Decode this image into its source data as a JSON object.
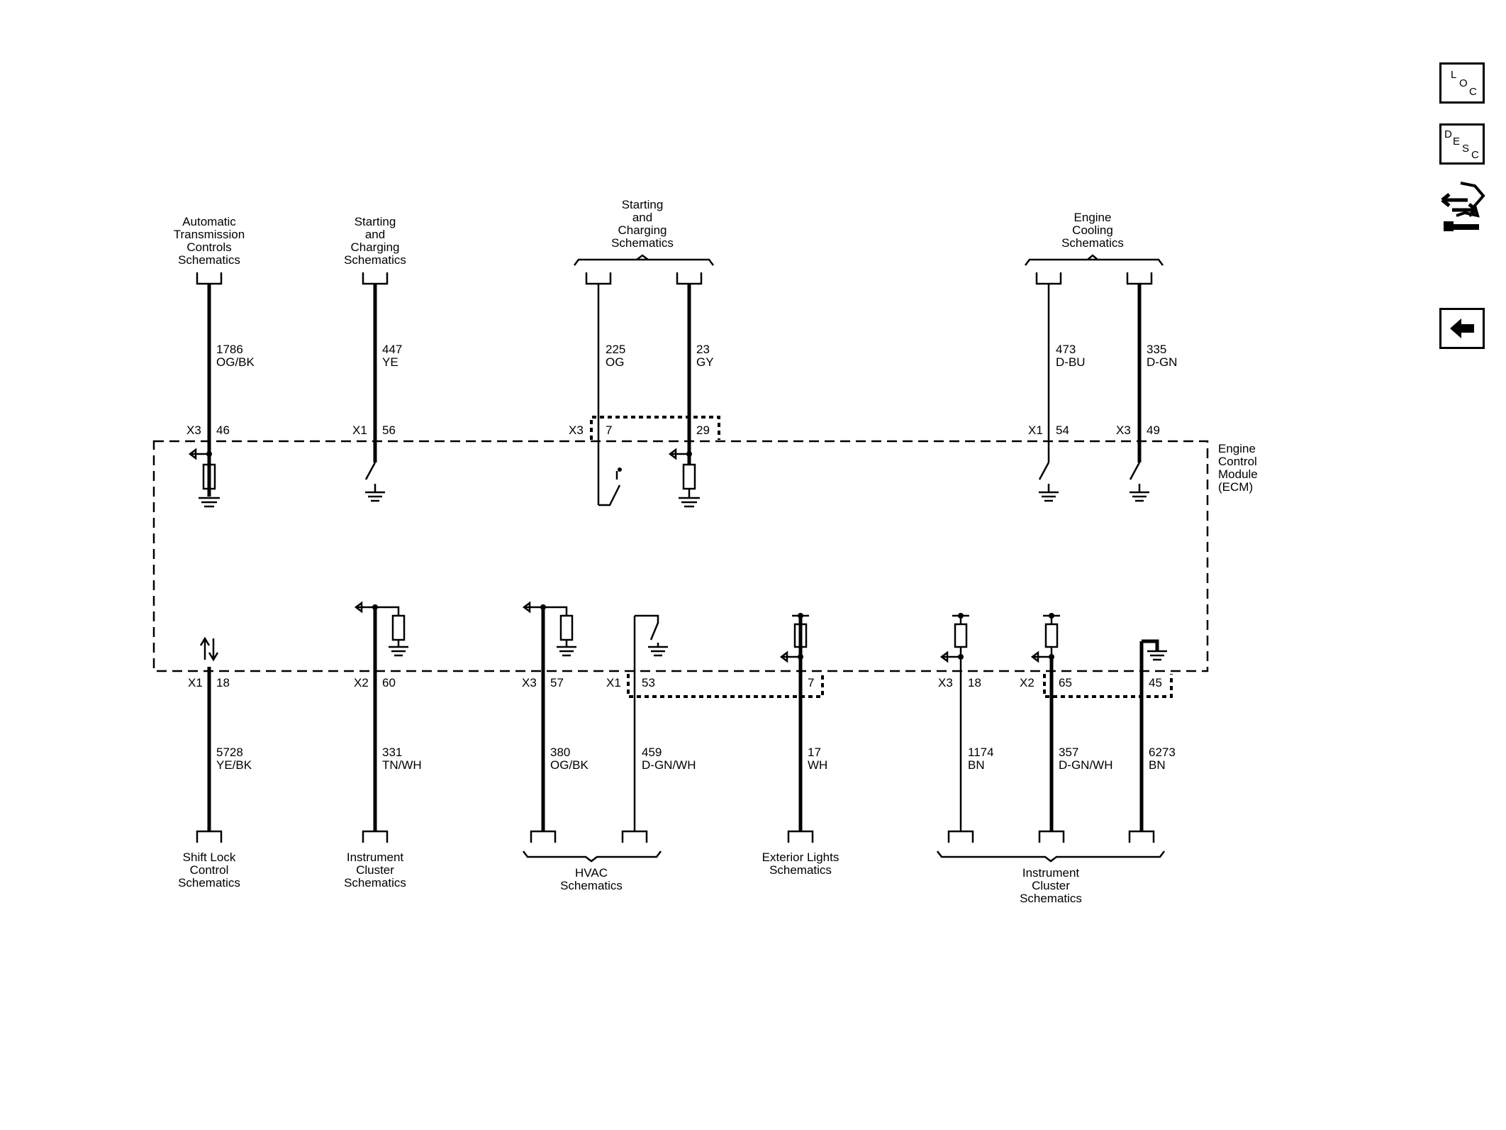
{
  "nav": {
    "loc": [
      "L",
      "O",
      "C"
    ],
    "desc": [
      "D",
      "E",
      "S",
      "C"
    ]
  },
  "module": {
    "lines": [
      "Engine",
      "Control",
      "Module",
      "(ECM)"
    ]
  },
  "top": {
    "atc": [
      "Automatic",
      "Transmission",
      "Controls",
      "Schematics"
    ],
    "sc1": [
      "Starting",
      "and",
      "Charging",
      "Schematics"
    ],
    "sc2": [
      "Starting",
      "and",
      "Charging",
      "Schematics"
    ],
    "ec": [
      "Engine",
      "Cooling",
      "Schematics"
    ]
  },
  "bottom": {
    "sl": [
      "Shift Lock",
      "Control",
      "Schematics"
    ],
    "ic1": [
      "Instrument",
      "Cluster",
      "Schematics"
    ],
    "hvac": [
      "HVAC",
      "Schematics"
    ],
    "el": [
      "Exterior Lights",
      "Schematics"
    ],
    "ic2": [
      "Instrument",
      "Cluster",
      "Schematics"
    ]
  },
  "wires": {
    "w1786": {
      "circuit": "1786",
      "color": "OG/BK",
      "connector": "X3",
      "pin": "46"
    },
    "w447": {
      "circuit": "447",
      "color": "YE",
      "connector": "X1",
      "pin": "56"
    },
    "w225": {
      "circuit": "225",
      "color": "OG",
      "connector": "X3",
      "pin": "7"
    },
    "w23": {
      "circuit": "23",
      "color": "GY",
      "connector": "",
      "pin": "29"
    },
    "w473": {
      "circuit": "473",
      "color": "D-BU",
      "connector": "X1",
      "pin": "54"
    },
    "w335": {
      "circuit": "335",
      "color": "D-GN",
      "connector": "X3",
      "pin": "49"
    },
    "w5728": {
      "circuit": "5728",
      "color": "YE/BK",
      "connector": "X1",
      "pin": "18"
    },
    "w331": {
      "circuit": "331",
      "color": "TN/WH",
      "connector": "X2",
      "pin": "60"
    },
    "w380": {
      "circuit": "380",
      "color": "OG/BK",
      "connector": "X3",
      "pin": "57"
    },
    "w459": {
      "circuit": "459",
      "color": "D-GN/WH",
      "connector": "X1",
      "pin": "53"
    },
    "w17": {
      "circuit": "17",
      "color": "WH",
      "connector": "",
      "pin": "7"
    },
    "w1174": {
      "circuit": "1174",
      "color": "BN",
      "connector": "X3",
      "pin": "18"
    },
    "w357": {
      "circuit": "357",
      "color": "D-GN/WH",
      "connector": "X2",
      "pin": "65"
    },
    "w6273": {
      "circuit": "6273",
      "color": "BN",
      "connector": "",
      "pin": "45"
    }
  }
}
